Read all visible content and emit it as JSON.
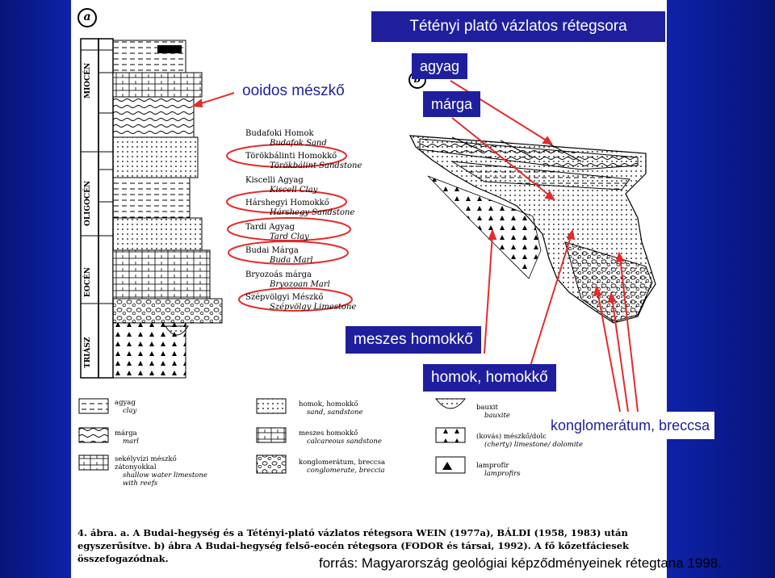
{
  "title": "Tétényi plató vázlatos rétegsora",
  "callouts": {
    "ooidos": "ooidos mészkő",
    "agyag": "agyag",
    "marga": "márga",
    "meszes_homokko": "meszes homokkő",
    "homok_homokko": "homok, homokkő",
    "konglomeratum": "konglomerátum, breccsa"
  },
  "panel_tags": {
    "a": "a",
    "b": "b"
  },
  "ages": [
    "MIOCÉN",
    "OLIGOCÉN",
    "EOCÉN",
    "TRIÁSZ"
  ],
  "formations": [
    {
      "hu": "Budafoki Homok",
      "en": "Budafok Sand"
    },
    {
      "hu": "Törökbálinti Homokkő",
      "en": "Törökbálint Sandstone"
    },
    {
      "hu": "Kiscelli Agyag",
      "en": "Kiscell Clay"
    },
    {
      "hu": "Hárshegyi Homokkő",
      "en": "Hárshegy Sandstone"
    },
    {
      "hu": "Tardi Agyag",
      "en": "Tard Clay"
    },
    {
      "hu": "Budai Márga",
      "en": "Buda Marl"
    },
    {
      "hu": "Bryozoás márga",
      "en": "Bryozoan Marl"
    },
    {
      "hu": "Szépvölgyi Mészkő",
      "en": "Szépvölgy Limestone"
    }
  ],
  "legend": [
    {
      "hu": "agyag",
      "en": "clay"
    },
    {
      "hu": "márga",
      "en": "marl"
    },
    {
      "hu": "sekélyvízi mészkő zátonyokkal",
      "en": "shallow water limestone with reefs"
    },
    {
      "hu": "homok, homokkő",
      "en": "sand, sandstone"
    },
    {
      "hu": "meszes homokkő",
      "en": "calcareous sandstone"
    },
    {
      "hu": "konglomerátum, breccsa",
      "en": "conglomerate, breccia"
    },
    {
      "hu": "bauxit",
      "en": "bauxite"
    },
    {
      "hu": "(kovás) mészkő/dolomit",
      "en": "(cherty) limestone/ dolomite"
    },
    {
      "hu": "lamprofír",
      "en": "lamprofirs"
    }
  ],
  "caption": [
    "4. ábra. a. A Budai-hegység és a Tétényi-plató vázlatos rétegsora WEIN (1977a), BÁLDI (1958, 1983) után",
    "egyszerűsítve. b) ábra A Budai-hegység felső-eocén rétegsora (FODOR és társai, 1992). A fő kőzetfáciesek",
    "összefogazódnak."
  ],
  "source": "forrás: Magyarország geológiai képződményeinek rétegtana 1998.",
  "colors": {
    "bg_blue": "#0a1a8c",
    "callout_blue": "#1f1f9e",
    "red": "#e52b2b"
  }
}
